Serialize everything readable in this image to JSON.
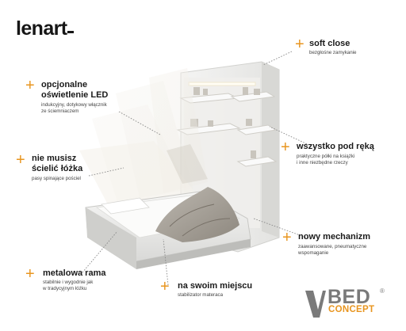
{
  "brand": {
    "logo": "lenart",
    "bed_logo": "BED",
    "concept_logo": "CONCEPT",
    "registered": "®"
  },
  "accent_color": "#e8951f",
  "features": [
    {
      "id": "soft-close",
      "title": "soft close",
      "sub": "bezgłośne zamykanie"
    },
    {
      "id": "led",
      "title": "opcjonalne\noświetlenie LED",
      "sub": "indukcyjny, dotykowy włącznik\nze ściemniaczem"
    },
    {
      "id": "bedding",
      "title": "nie musisz\nścielić łóżka",
      "sub": "pasy spinające pościel"
    },
    {
      "id": "storage",
      "title": "wszystko pod ręką",
      "sub": "praktyczne półki na książki\ni inne niezbędne rzeczy"
    },
    {
      "id": "mechanism",
      "title": "nowy mechanizm",
      "sub": "zaawansowane, pneumatyczne\nwspomaganie"
    },
    {
      "id": "frame",
      "title": "metalowa rama",
      "sub": "stabilnie i wygodnie jak\nw tradycyjnym łóżku"
    },
    {
      "id": "mattress",
      "title": "na swoim miejscu",
      "sub": "stabilizator materaca"
    }
  ]
}
